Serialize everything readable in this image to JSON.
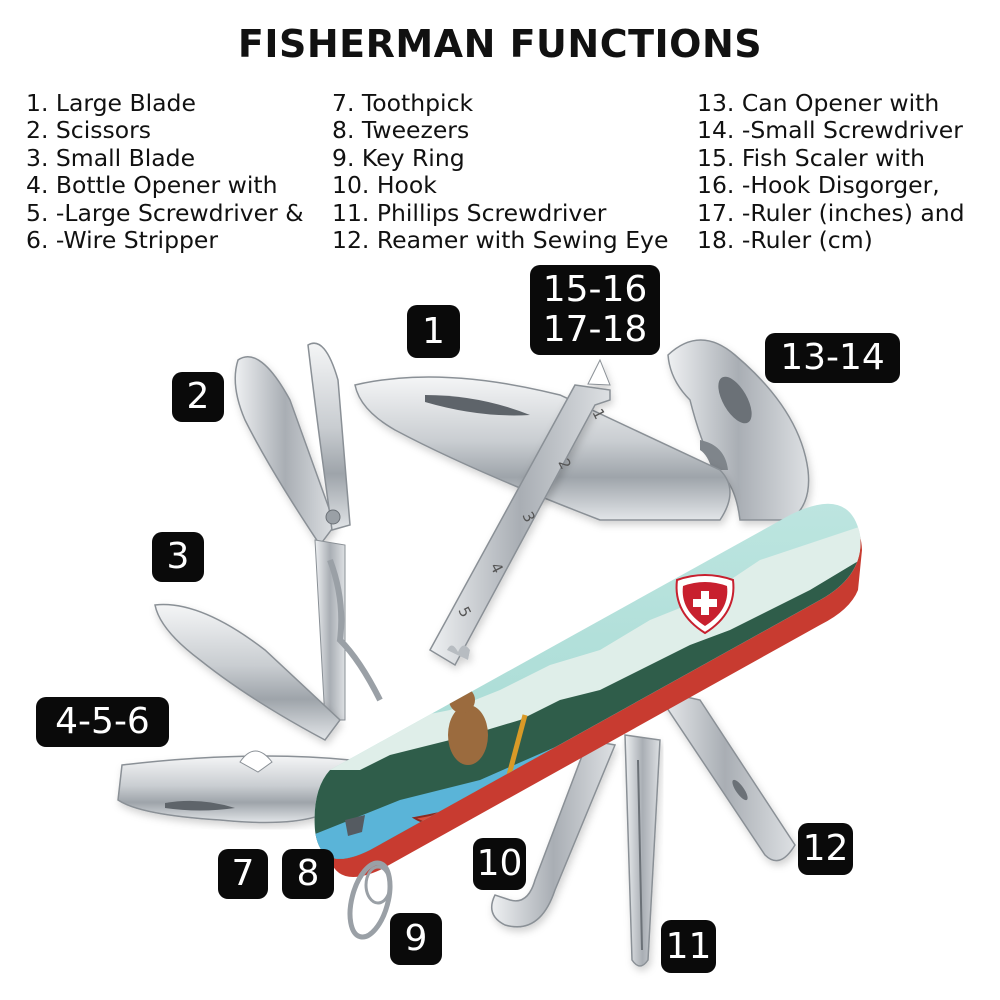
{
  "title": "FISHERMAN FUNCTIONS",
  "functions": {
    "col1": [
      "1. Large Blade",
      "2. Scissors",
      "3. Small Blade",
      "4. Bottle Opener with",
      "5. -Large Screwdriver &",
      "6. -Wire Stripper"
    ],
    "col2": [
      "7. Toothpick",
      "8. Tweezers",
      "9. Key Ring",
      "10. Hook",
      "11. Phillips Screwdriver",
      "12. Reamer with Sewing Eye"
    ],
    "col3": [
      "13. Can Opener with",
      "14. -Small Screwdriver",
      "15. Fish Scaler with",
      "16. -Hook Disgorger,",
      "17. -Ruler (inches) and",
      "18. -Ruler (cm)"
    ]
  },
  "callouts": {
    "c1": "1",
    "c15_16": "15-16",
    "c17_18": "17-18",
    "c13_14": "13-14",
    "c2": "2",
    "c3": "3",
    "c4_5_6": "4-5-6",
    "c7": "7",
    "c8": "8",
    "c10": "10",
    "c12": "12",
    "c9": "9",
    "c11": "11"
  },
  "ruler_marks": [
    "1",
    "2",
    "3",
    "4",
    "5"
  ],
  "colors": {
    "handle_sky": "#a9dcd6",
    "water": "#5ab4d8",
    "canoe": "#d94f3c",
    "shield": "#c8202f",
    "badge": "#0a0a0a"
  }
}
